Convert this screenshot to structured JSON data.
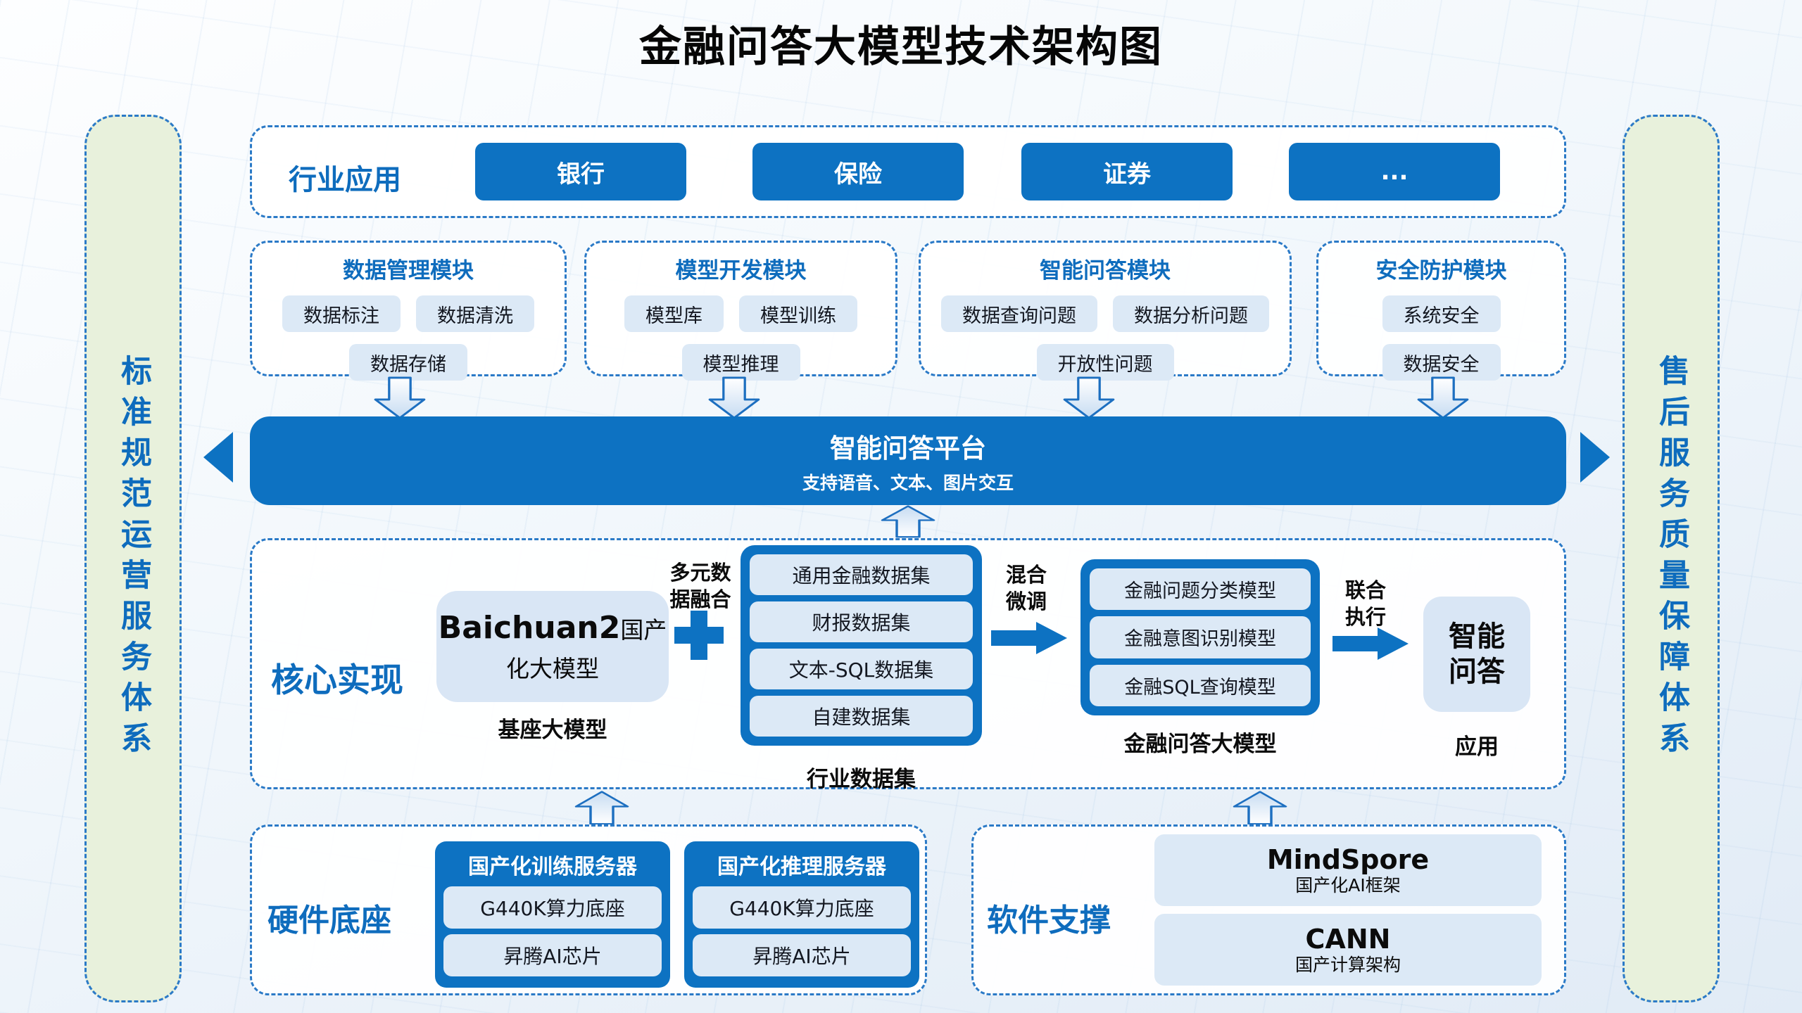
{
  "title": "金融问答大模型技术架构图",
  "side_rails": {
    "left": "标准规范运营服务体系",
    "right": "售后服务质量保障体系"
  },
  "industry_row": {
    "label": "行业应用",
    "buttons": [
      "银行",
      "保险",
      "证券",
      "..."
    ]
  },
  "modules": [
    {
      "title": "数据管理模块",
      "row1": [
        "数据标注",
        "数据清洗"
      ],
      "row2": [
        "数据存储"
      ]
    },
    {
      "title": "模型开发模块",
      "row1": [
        "模型库",
        "模型训练"
      ],
      "row2": [
        "模型推理"
      ]
    },
    {
      "title": "智能问答模块",
      "row1": [
        "数据查询问题",
        "数据分析问题"
      ],
      "row2": [
        "开放性问题"
      ]
    },
    {
      "title": "安全防护模块",
      "row1": [
        "系统安全"
      ],
      "row2": [
        "数据安全"
      ]
    }
  ],
  "platform": {
    "title": "智能问答平台",
    "subtitle": "支持语音、文本、图片交互"
  },
  "core": {
    "label": "核心实现",
    "base_model": {
      "name": "Baichuan2",
      "name_suffix": "国产",
      "line2": "化大模型",
      "caption": "基座大模型"
    },
    "fusion_label": {
      "line1": "多元数",
      "line2": "据融合"
    },
    "datasets": {
      "items": [
        "通用金融数据集",
        "财报数据集",
        "文本-SQL数据集",
        "自建数据集"
      ],
      "caption": "行业数据集"
    },
    "finetune_label": {
      "line1": "混合",
      "line2": "微调"
    },
    "models": {
      "items": [
        "金融问题分类模型",
        "金融意图识别模型",
        "金融SQL查询模型"
      ],
      "caption": "金融问答大模型"
    },
    "joint_label": {
      "line1": "联合",
      "line2": "执行"
    },
    "app": {
      "line1": "智能",
      "line2": "问答",
      "caption": "应用"
    }
  },
  "hardware": {
    "label": "硬件底座",
    "servers": [
      {
        "title": "国产化训练服务器",
        "chips": [
          "G440K算力底座",
          "昇腾AI芯片"
        ]
      },
      {
        "title": "国产化推理服务器",
        "chips": [
          "G440K算力底座",
          "昇腾AI芯片"
        ]
      }
    ]
  },
  "software": {
    "label": "软件支撑",
    "items": [
      {
        "name": "MindSpore",
        "caption": "国产化AI框架"
      },
      {
        "name": "CANN",
        "caption": "国产计算架构"
      }
    ]
  },
  "colors": {
    "primary_blue": "#0d72c2",
    "label_blue": "#0e6cbd",
    "chip_bg": "#dce9f6",
    "rail_green": "#e8f1dc",
    "dashed_border": "#2b7ac7"
  }
}
